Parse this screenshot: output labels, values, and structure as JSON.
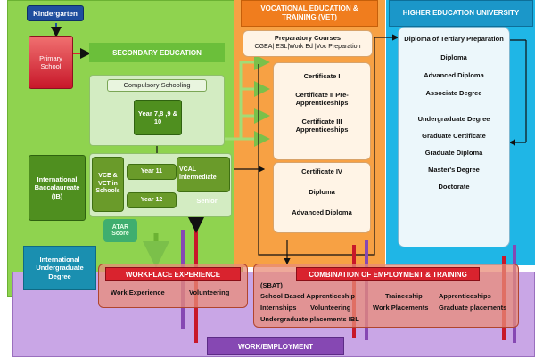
{
  "colors": {
    "green": "#8fd34f",
    "orange": "#f7a144",
    "blue": "#1fb6e6",
    "purple": "#c9a6e6",
    "red": "#d9232e"
  },
  "kindergarten": "Kindergarten",
  "primary": "Primary School",
  "secondary": {
    "header": "SECONDARY EDUCATION",
    "compulsory": "Compulsory Schooling",
    "years_lower": "Year 7,8 ,9 & 10",
    "ib": "International Baccalaureate (IB)",
    "vce": "VCE & VET in Schools",
    "year11": "Year 11",
    "year12": "Year 12",
    "vcal": "VCAL Intermediate",
    "senior": "Senior",
    "atar": "ATAR Score",
    "iud": "International Undergraduate Degree"
  },
  "vet": {
    "header": "VOCATIONAL EDUCATION & TRAINING (VET)",
    "prep_title": "Preparatory Courses",
    "prep_sub": "CGEA| ESL|Work Ed |Voc Preparation",
    "cert1": "Certificate I",
    "cert2": "Certificate II Pre-Apprenticeships",
    "cert3": "Certificate III Apprenticeships",
    "cert4": "Certificate IV",
    "diploma": "Diploma",
    "adv_diploma": "Advanced Diploma"
  },
  "higher": {
    "header": "HIGHER EDUCATION UNIVERSITY",
    "items": [
      "Diploma of Tertiary Preparation",
      "Diploma",
      "Advanced Diploma",
      "Associate Degree",
      "Undergraduate Degree",
      "Graduate Certificate",
      "Graduate Diploma",
      "Master's Degree",
      "Doctorate"
    ]
  },
  "workplace": {
    "header": "WORKPLACE EXPERIENCE",
    "work_experience": "Work Experience",
    "volunteering": "Volunteering"
  },
  "combination": {
    "header": "COMBINATION OF EMPLOYMENT & TRAINING",
    "sbat": "(SBAT)",
    "sba": "School Based Apprenticeship",
    "traineeship": "Traineeship",
    "apprenticeships": "Apprenticeships",
    "internships": "Internships",
    "volunteering": "Volunteering",
    "work_placements": "Work Placements",
    "graduate_placements": "Graduate placements",
    "undergrad_placements": "Undergraduate placements IBL"
  },
  "employment": "WORK/EMPLOYMENT"
}
